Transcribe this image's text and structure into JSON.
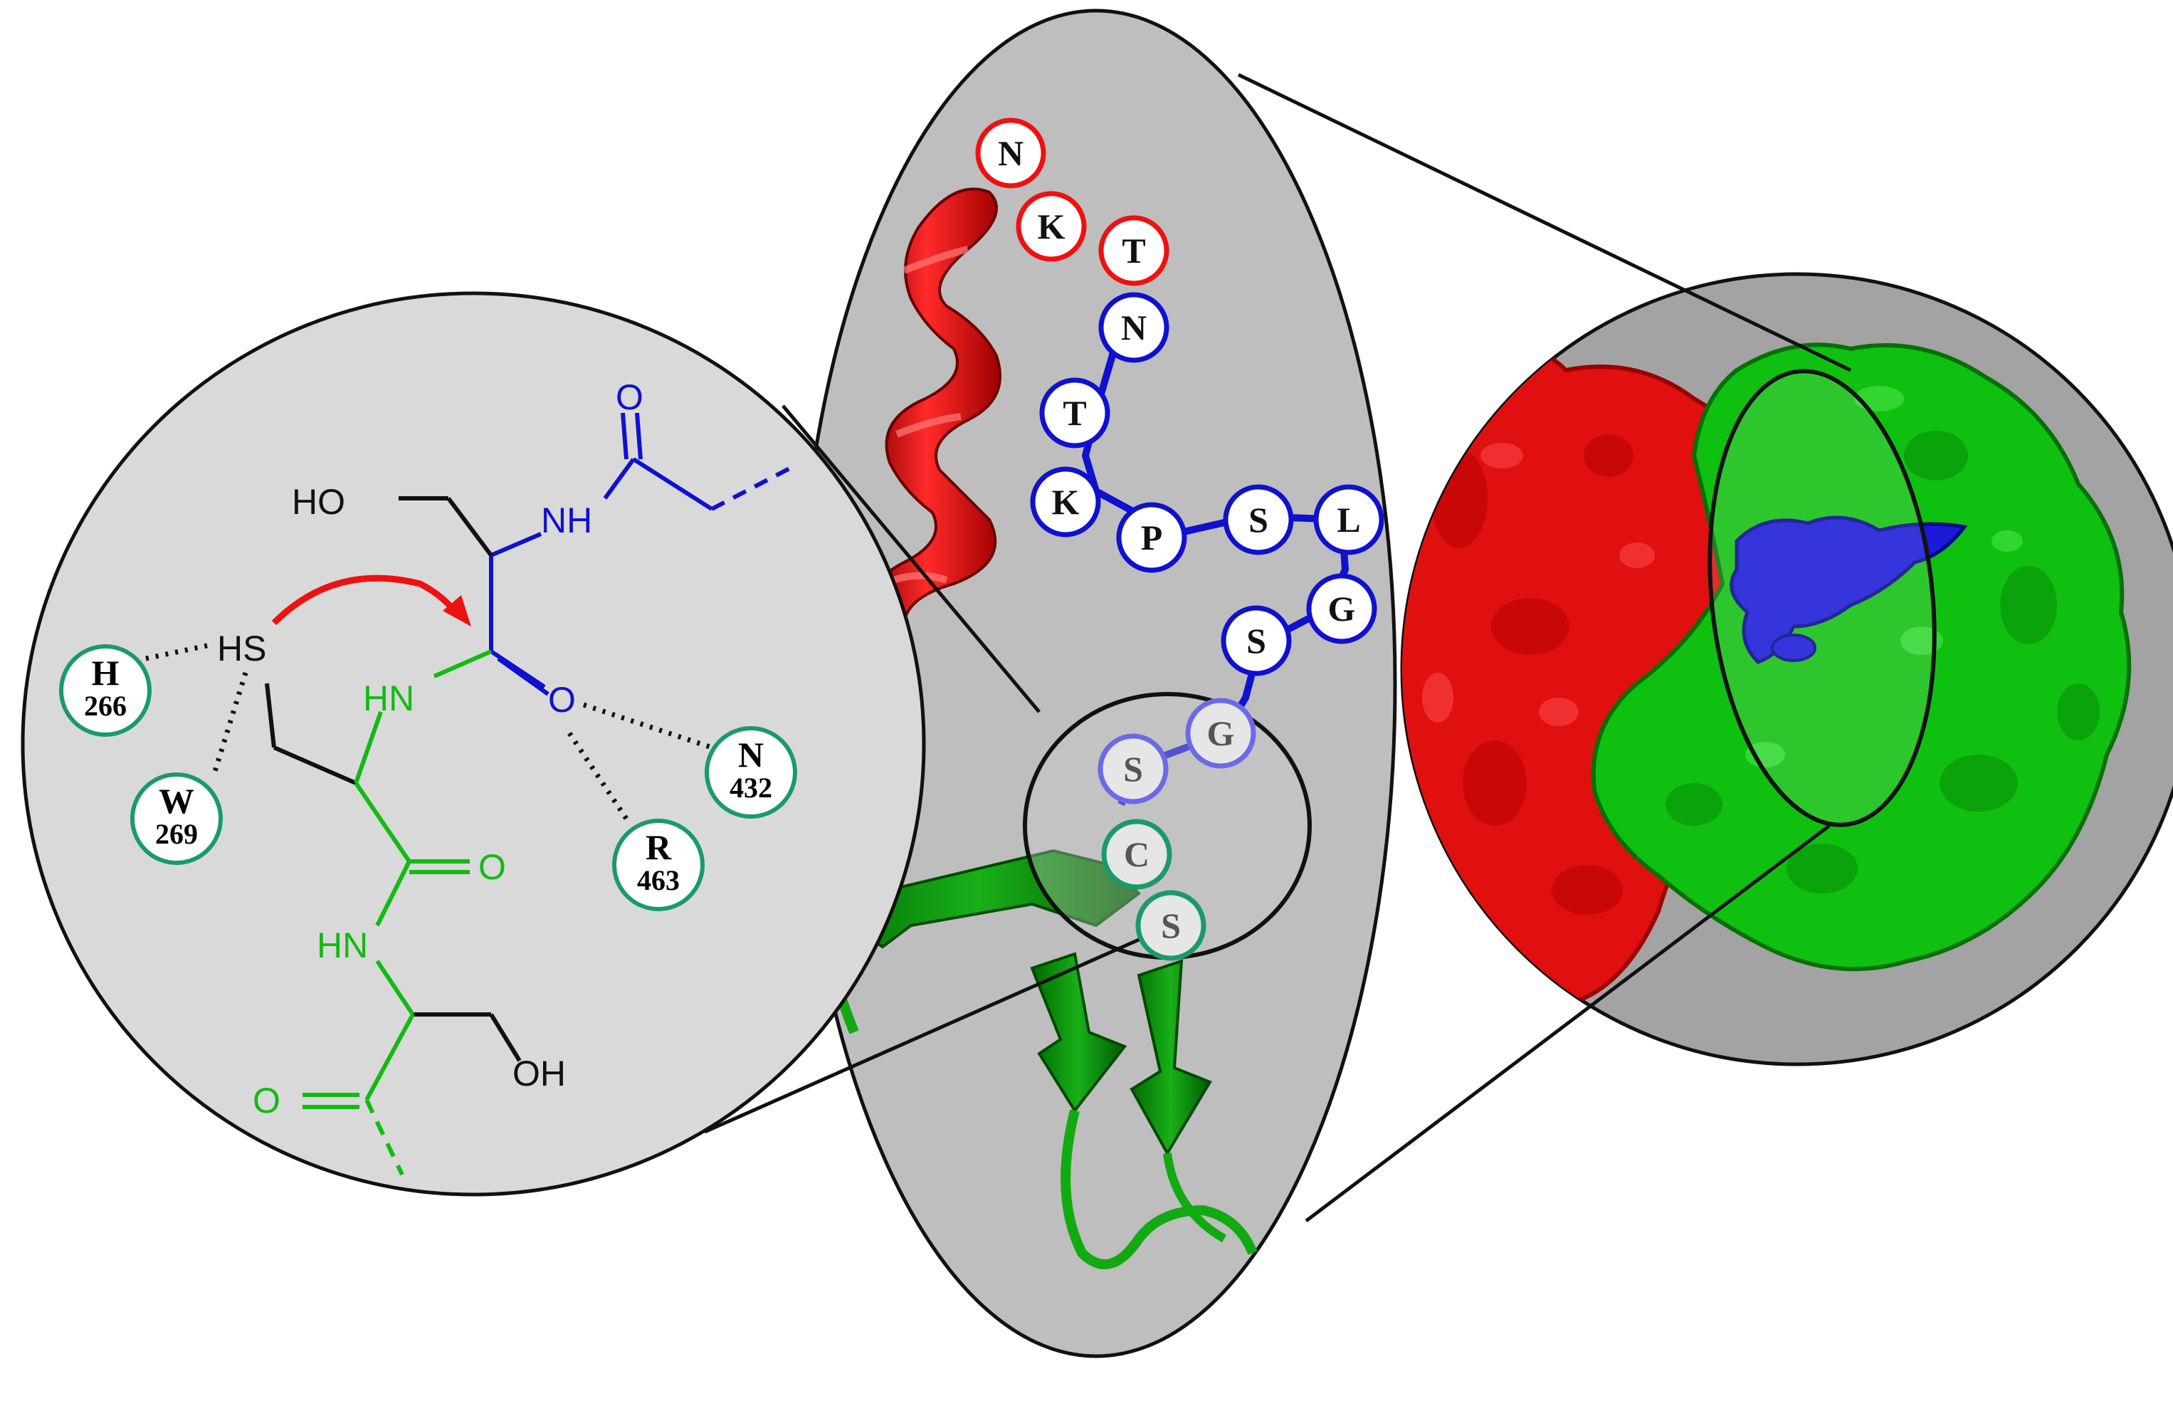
{
  "colors": {
    "red": "#ee1111",
    "blue": "#1010d0",
    "green": "#11bb11",
    "teal": "#1a9a6a",
    "black": "#111111",
    "panel_light": "#d9d9d9",
    "panel_mid": "#bebebe",
    "panel_dark": "#a3a3a3"
  },
  "chemistry": {
    "labels": {
      "ho_top": "HO",
      "nh_top": "NH",
      "o_top": "O",
      "hs": "HS",
      "hn_mid": "HN",
      "o_mid": "O",
      "o_right": "O",
      "hn_low": "HN",
      "oh_bottom": "OH",
      "o_bottom": "O"
    },
    "residues": [
      {
        "letter": "H",
        "number": "266"
      },
      {
        "letter": "W",
        "number": "269"
      },
      {
        "letter": "N",
        "number": "432"
      },
      {
        "letter": "R",
        "number": "463"
      }
    ]
  },
  "peptide": {
    "residues": [
      {
        "letter": "N",
        "color": "red"
      },
      {
        "letter": "K",
        "color": "red"
      },
      {
        "letter": "T",
        "color": "red"
      },
      {
        "letter": "N",
        "color": "blue"
      },
      {
        "letter": "T",
        "color": "blue"
      },
      {
        "letter": "K",
        "color": "blue"
      },
      {
        "letter": "P",
        "color": "blue"
      },
      {
        "letter": "S",
        "color": "blue"
      },
      {
        "letter": "L",
        "color": "blue"
      },
      {
        "letter": "G",
        "color": "blue"
      },
      {
        "letter": "S",
        "color": "blue"
      },
      {
        "letter": "G",
        "color": "blue-faded"
      },
      {
        "letter": "S",
        "color": "blue-faded"
      },
      {
        "letter": "C",
        "color": "teal"
      },
      {
        "letter": "S",
        "color": "teal"
      }
    ]
  }
}
